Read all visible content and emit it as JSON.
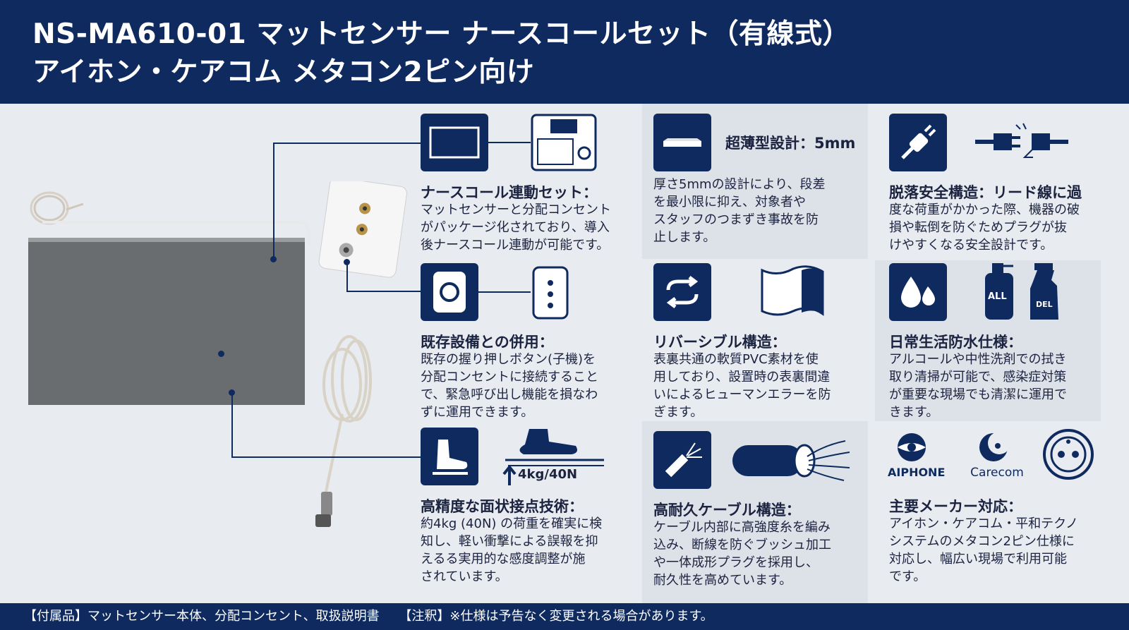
{
  "header": {
    "title_line1": "NS-MA610-01 マットセンサー ナースコールセット（有線式）",
    "title_line2": "アイホン・ケアコム メタコン2ピン向け"
  },
  "features": [
    {
      "title": "ナースコール連動セット：",
      "body": [
        "マットセンサーと分配コンセント",
        "がパッケージ化されており、導入",
        "後ナースコール連動が可能です。"
      ],
      "icons": [
        "mat-icon",
        "nurse-call-panel-icon"
      ]
    },
    {
      "title": "既存設備との併用：",
      "body": [
        "既存の握り押しボタン(子機)を",
        "分配コンセントに接続すること",
        "で、緊急呼び出し機能を損なわ",
        "ずに運用できます。"
      ],
      "icons": [
        "push-button-icon",
        "handset-icon"
      ]
    },
    {
      "title": "高精度な面状接点技術：",
      "body": [
        "約4kg (40N) の荷重を確実に検",
        "知し、軽い衝撃による誤報を抑",
        "えるる実用的な感度調整が施",
        "されています。"
      ],
      "icons": [
        "foot-icon",
        "foot-pressure-icon"
      ],
      "pressure_label": "4kg/40N"
    },
    {
      "spec": "超薄型設計：5mm",
      "body": [
        "厚さ5mmの設計により、段差",
        "を最小限に抑え、対象者や",
        "スタッフのつまずき事故を防",
        "止します。"
      ],
      "icons": [
        "thin-mat-icon"
      ]
    },
    {
      "title": "リバーシブル構造：",
      "body": [
        "表裏共通の軟質PVC素材を使",
        "用しており、設置時の表裏間違",
        "いによるヒューマンエラーを防",
        "ぎます。"
      ],
      "icons": [
        "reverse-arrows-icon",
        "flag-sheet-icon"
      ]
    },
    {
      "title": "高耐久ケーブル構造：",
      "body": [
        "ケーブル内部に高強度糸を編み",
        "込み、断線を防ぐブッシュ加工",
        "や一体成形プラグを採用し、",
        "耐久性を高めています。"
      ],
      "icons": [
        "cable-icon",
        "cable-cross-section-icon"
      ]
    },
    {
      "title": "脱落安全構造：リード線に過",
      "body": [
        "度な荷重がかかった際、機器の破",
        "損や転倒を防ぐためプラグが抜",
        "けやすくなる安全設計です。"
      ],
      "icons": [
        "plug-icon",
        "unplug-icon"
      ]
    },
    {
      "title": "日常生活防水仕様：",
      "body": [
        "アルコールや中性洗剤での拭き",
        "取り清掃が可能で、感染症対策",
        "が重要な現場でも清潔に運用で",
        "きます。"
      ],
      "icons": [
        "water-drops-icon",
        "spray-bottle-icon"
      ],
      "bottle_labels": [
        "ALL",
        "DEL"
      ]
    },
    {
      "title": "主要メーカー対応：",
      "body": [
        "アイホン・ケアコム・平和テクノ",
        "システムのメタコン2ピン仕様に",
        "対応し、幅広い現場で利用可能",
        "です。"
      ],
      "brands": [
        "AIPHONE",
        "Carecom"
      ],
      "icons": [
        "aiphone-logo",
        "carecom-logo",
        "connector-2pin-icon"
      ]
    }
  ],
  "footer": {
    "accessories": "【付属品】マットセンサー本体、分配コンセント、取扱説明書",
    "note": "【注釈】※仕様は予告なく変更される場合があります。"
  },
  "colors": {
    "navy": "#0f2a5e",
    "background": "#e8ebef",
    "mat": "#6a6d70"
  }
}
